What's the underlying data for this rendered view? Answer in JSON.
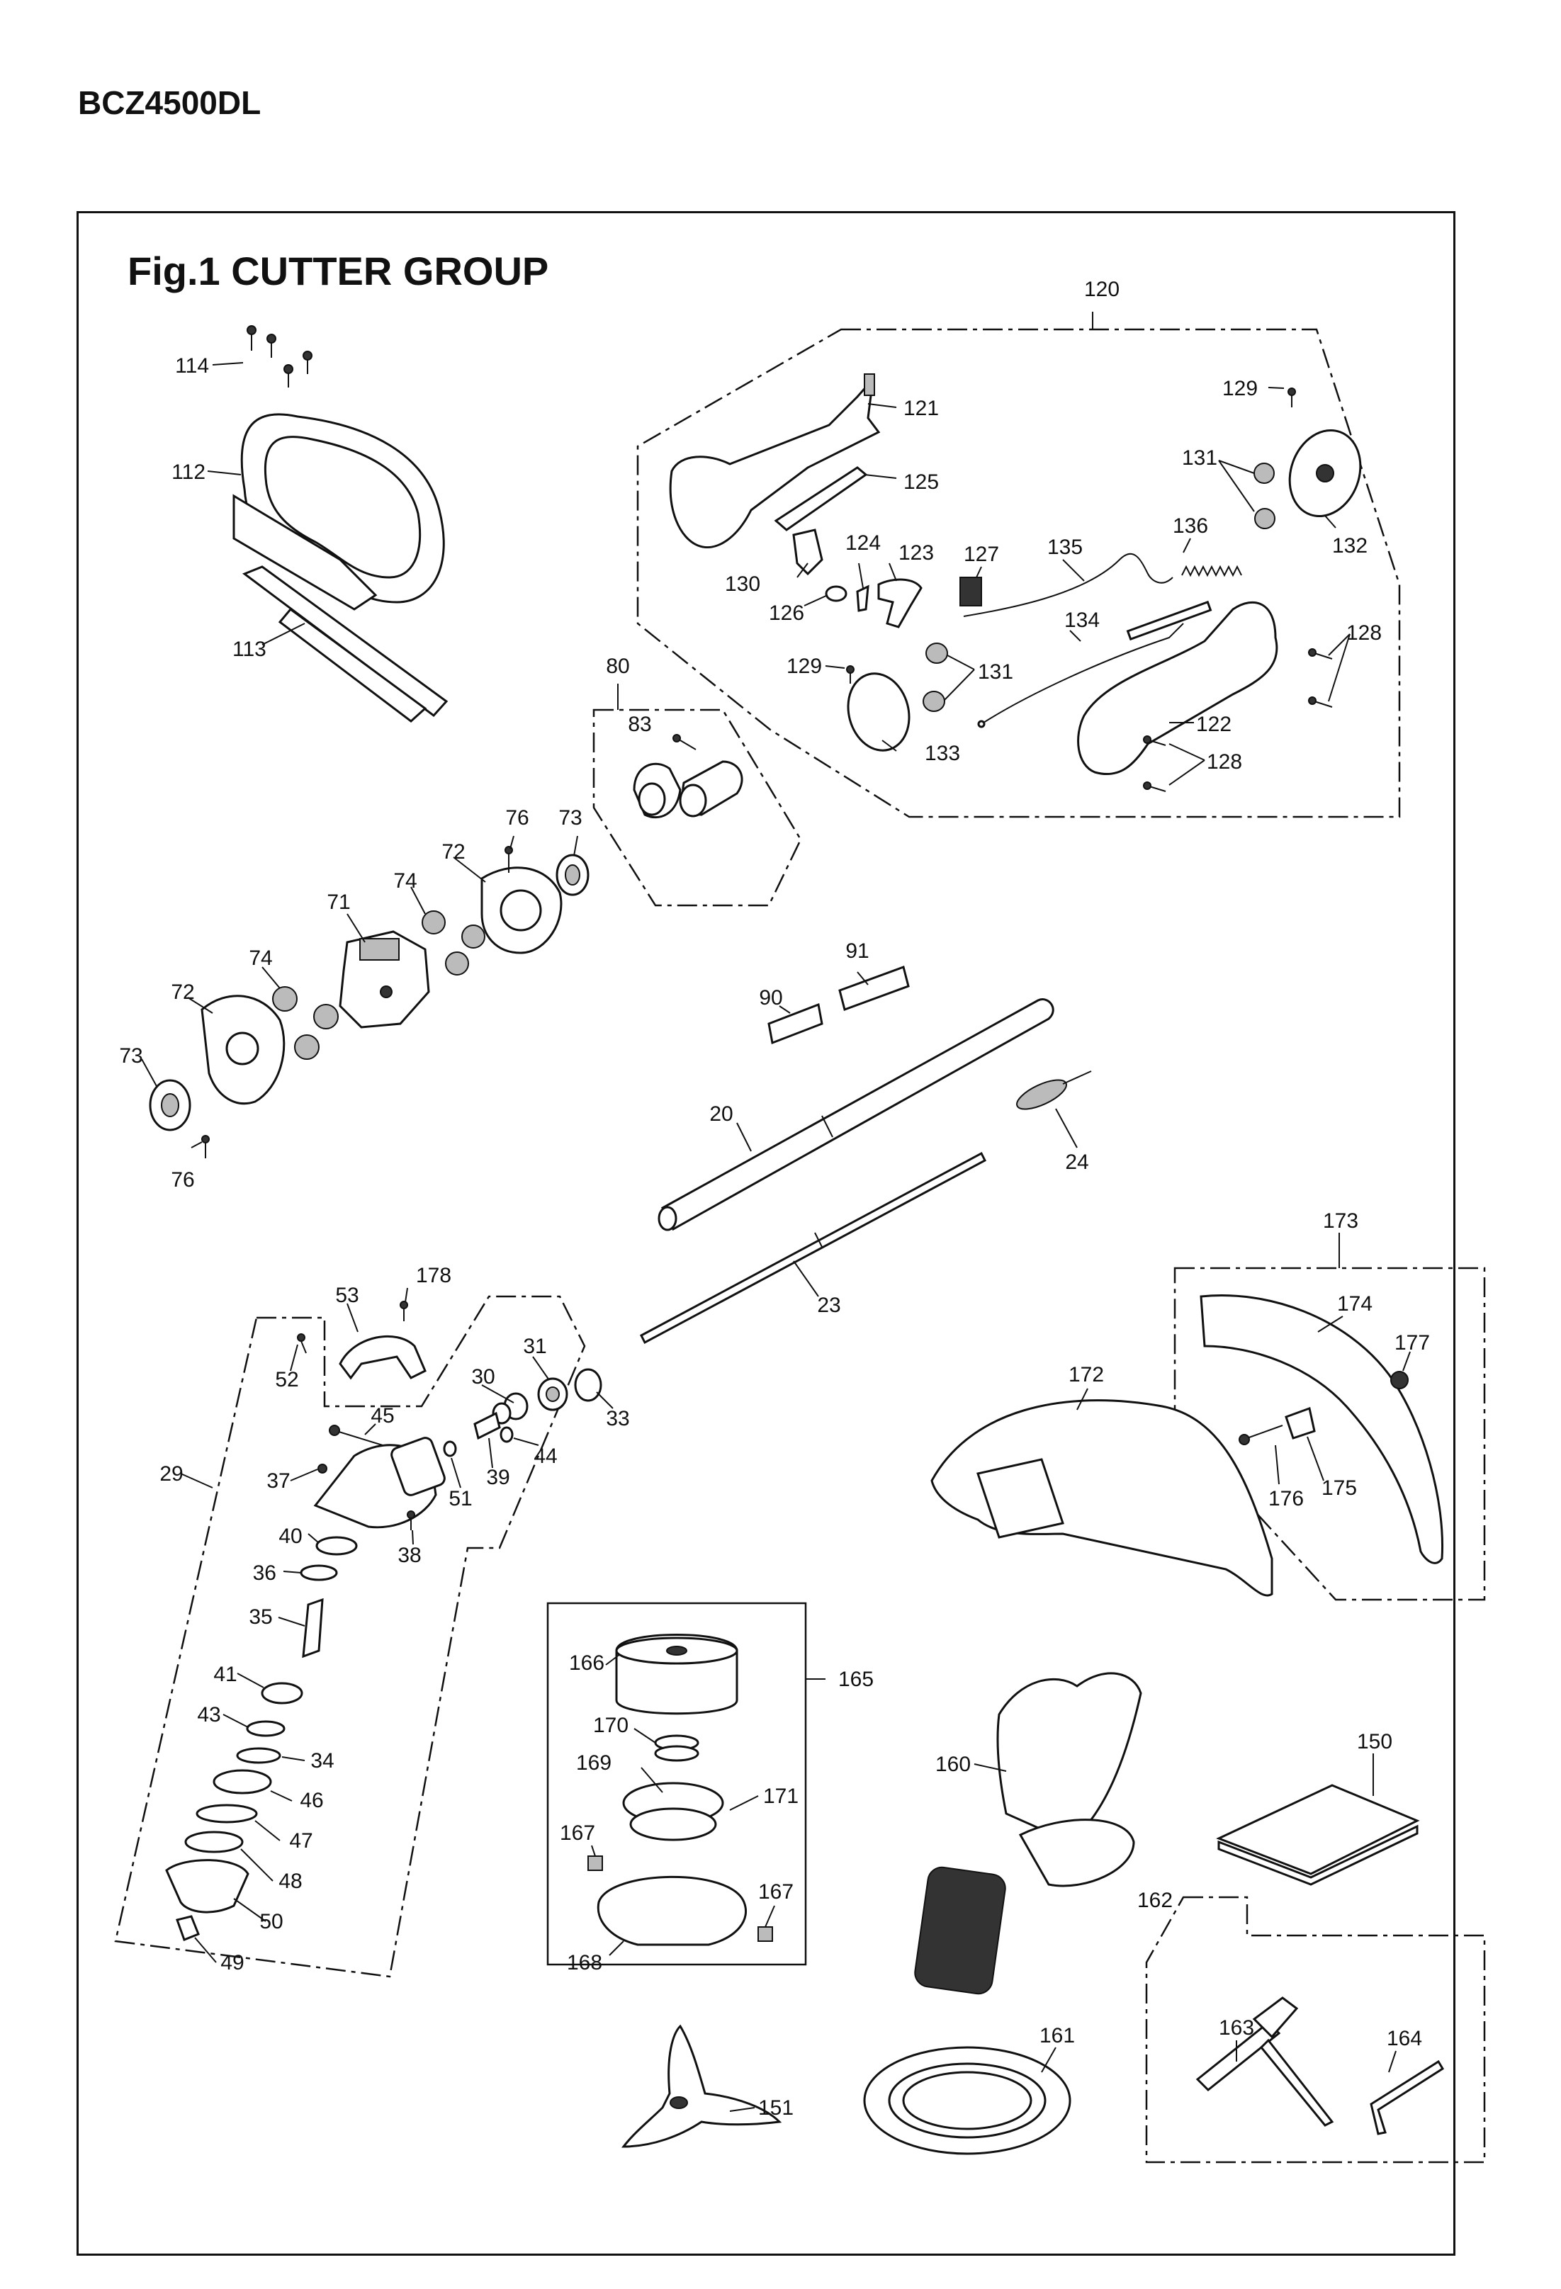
{
  "model": "BCZ4500DL",
  "figure_title": "Fig.1  CUTTER GROUP",
  "part_numbers": {
    "p20": "20",
    "p23": "23",
    "p24": "24",
    "p29": "29",
    "p30": "30",
    "p31": "31",
    "p33": "33",
    "p34": "34",
    "p35": "35",
    "p36": "36",
    "p37": "37",
    "p38": "38",
    "p39": "39",
    "p40": "40",
    "p41": "41",
    "p43": "43",
    "p44": "44",
    "p45": "45",
    "p46": "46",
    "p47": "47",
    "p48": "48",
    "p49": "49",
    "p50": "50",
    "p51": "51",
    "p52": "52",
    "p53": "53",
    "p71": "71",
    "p72a": "72",
    "p72b": "72",
    "p73a": "73",
    "p73b": "73",
    "p74a": "74",
    "p74b": "74",
    "p76a": "76",
    "p76b": "76",
    "p80": "80",
    "p83": "83",
    "p90": "90",
    "p91": "91",
    "p112": "112",
    "p113": "113",
    "p114": "114",
    "p120": "120",
    "p121": "121",
    "p122": "122",
    "p123": "123",
    "p124": "124",
    "p125": "125",
    "p126": "126",
    "p127": "127",
    "p128a": "128",
    "p128b": "128",
    "p129a": "129",
    "p129b": "129",
    "p130": "130",
    "p131a": "131",
    "p131b": "131",
    "p132": "132",
    "p133": "133",
    "p134": "134",
    "p135": "135",
    "p136": "136",
    "p150": "150",
    "p151": "151",
    "p160": "160",
    "p161": "161",
    "p162": "162",
    "p163": "163",
    "p164": "164",
    "p165": "165",
    "p166": "166",
    "p167a": "167",
    "p167b": "167",
    "p168": "168",
    "p169": "169",
    "p170": "170",
    "p171": "171",
    "p172": "172",
    "p173": "173",
    "p174": "174",
    "p175": "175",
    "p176": "176",
    "p177": "177",
    "p178": "178"
  }
}
